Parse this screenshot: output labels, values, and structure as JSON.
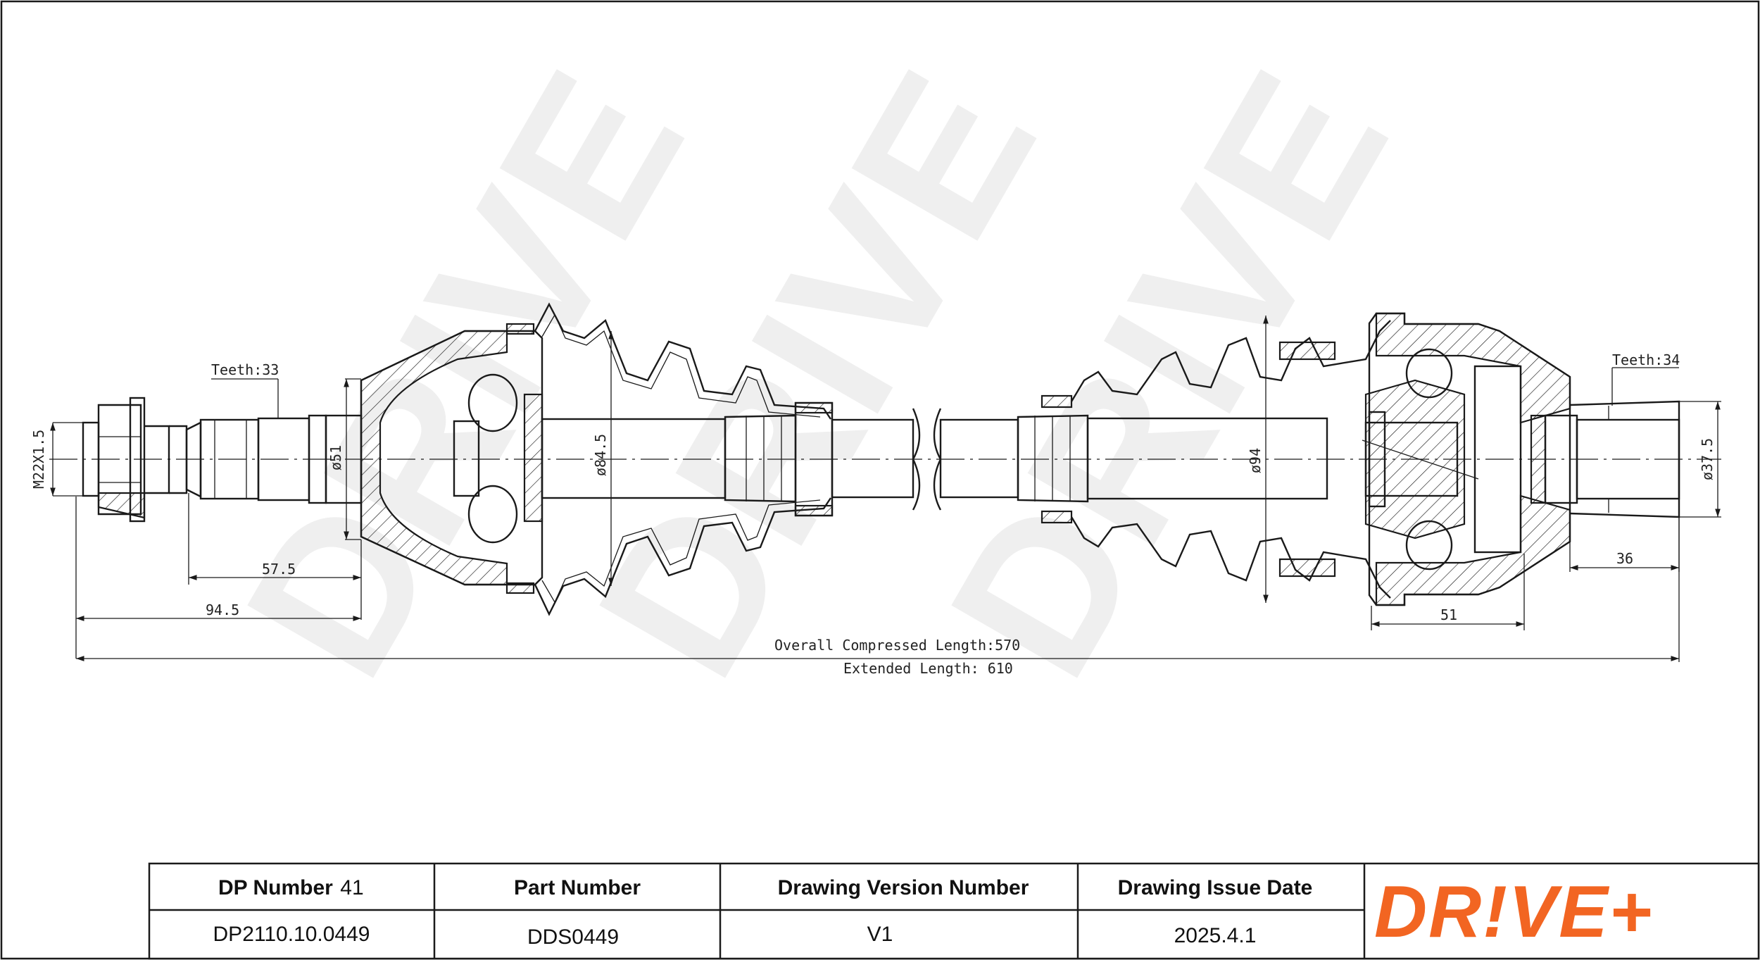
{
  "drawing": {
    "teeth_left": "Teeth:33",
    "teeth_right": "Teeth:34",
    "thread": "M22X1.5",
    "dia_51": "ø51",
    "dia_84_5": "ø84.5",
    "dia_94": "ø94",
    "dia_37_5": "ø37.5",
    "dim_57_5": "57.5",
    "dim_94_5": "94.5",
    "dim_36": "36",
    "dim_51": "51",
    "overall_length": "Overall  Compressed  Length:570",
    "extended_length": "Extended  Length: 610"
  },
  "title_block": {
    "dp_number_label": "DP Number",
    "dp_number_suffix": "41",
    "dp_number_value": "DP2110.10.0449",
    "part_number_label": "Part Number",
    "part_number_value": "DDS0449",
    "version_label": "Drawing Version Number",
    "version_value": "V1",
    "issue_date_label": "Drawing Issue Date",
    "issue_date_value": "2025.4.1"
  },
  "brand": {
    "logo_text": "DR!VE+",
    "accent_color": "#f26522"
  }
}
